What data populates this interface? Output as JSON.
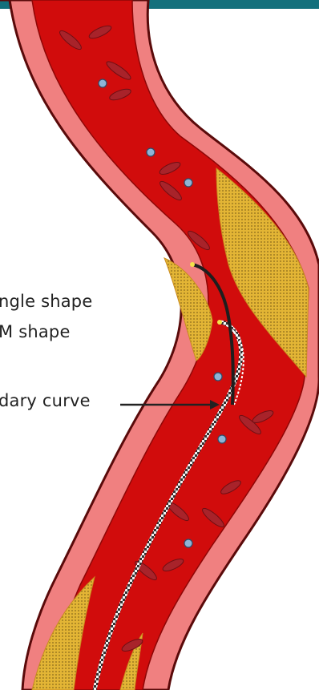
{
  "labels": {
    "line1": "ngle shape",
    "line2": "M shape",
    "line3": "dary curve"
  },
  "colors": {
    "header": "#13707c",
    "vessel_wall": "#f08080",
    "vessel_outline": "#5a0a0a",
    "lumen": "#d10c0c",
    "plaque": "#e0b232",
    "rbc": "#a8232a",
    "platelet": "#8fb4d6",
    "catheter_solid": "#1e1e1e",
    "catheter_tip": "#f2e24a"
  },
  "icons": [
    "red-blood-cell",
    "platelet",
    "plaque-deposit",
    "arrow-right-icon"
  ]
}
